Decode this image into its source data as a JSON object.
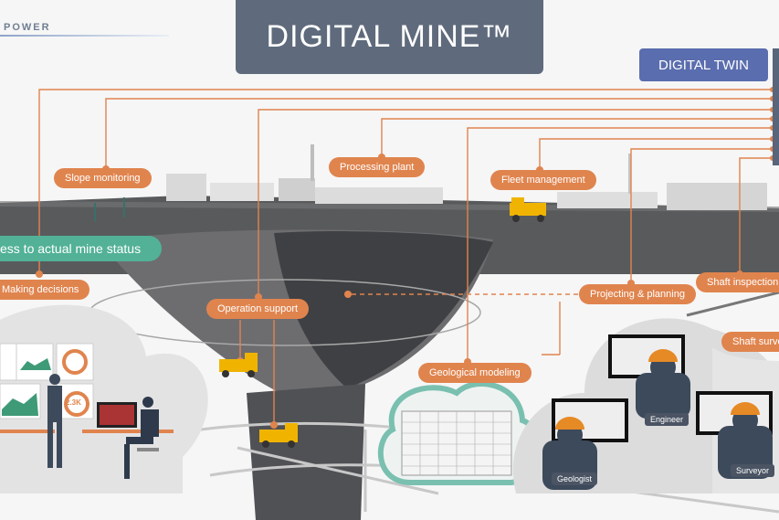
{
  "header": {
    "brand": "POWER",
    "title": "DIGITAL MINE™",
    "digital_twin": "DIGITAL TWIN"
  },
  "labels": {
    "slope_monitoring": "Slope monitoring",
    "processing_plant": "Processing plant",
    "fleet_management": "Fleet management",
    "actual_status": "ess to actual mine status",
    "making_decisions": "Making decisions",
    "operation_support": "Operation support",
    "projecting_planning": "Projecting & planning",
    "shaft_inspection": "Shaft inspection",
    "shaft_survey": "Shaft surve",
    "geological_modeling": "Geological modeling"
  },
  "roles": {
    "engineer": "Engineer",
    "geologist": "Geologist",
    "surveyor": "Surveyor"
  },
  "dashboard": {
    "kpi": "2.3K"
  },
  "colors": {
    "accent": "#e0844e",
    "title_bg": "#5f6b7c",
    "twin_bg": "#5a6dae",
    "teal": "#52b196"
  }
}
